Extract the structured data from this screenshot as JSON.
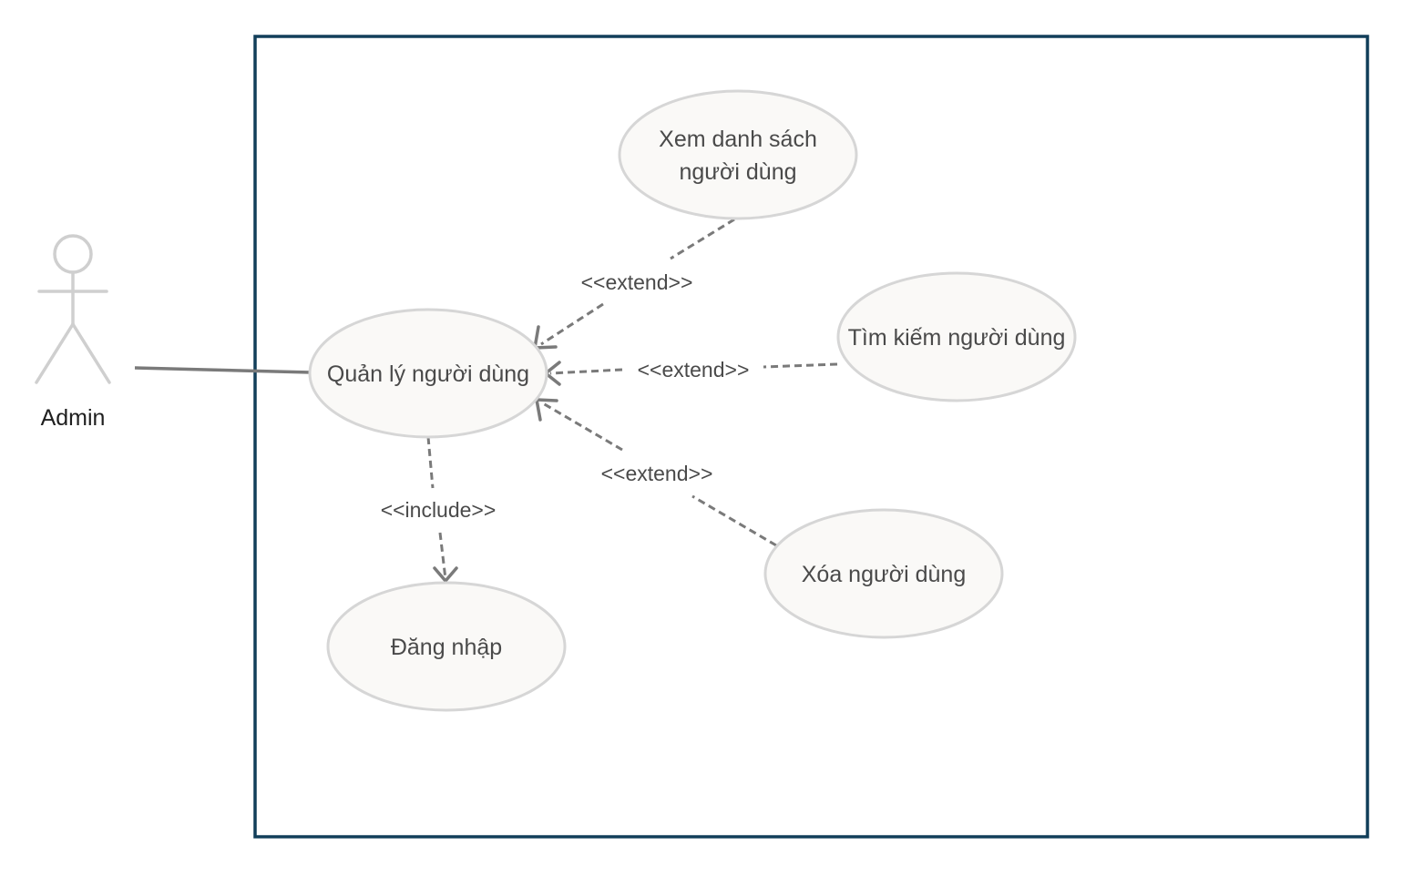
{
  "actor": {
    "label": "Admin"
  },
  "use_cases": {
    "manage": "Quản lý người dùng",
    "view_line1": "Xem danh sách",
    "view_line2": "người dùng",
    "search": "Tìm kiếm người dùng",
    "delete": "Xóa người dùng",
    "login": "Đăng nhập"
  },
  "relations": {
    "extend_view": "<<extend>>",
    "extend_search": "<<extend>>",
    "extend_delete": "<<extend>>",
    "include_login": "<<include>>"
  },
  "colors": {
    "boundary": "#123f5a",
    "use_case_fill": "#faf9f7",
    "use_case_stroke": "#d6d6d6",
    "line": "#7a7a7a",
    "actor": "#cfcfcf"
  }
}
